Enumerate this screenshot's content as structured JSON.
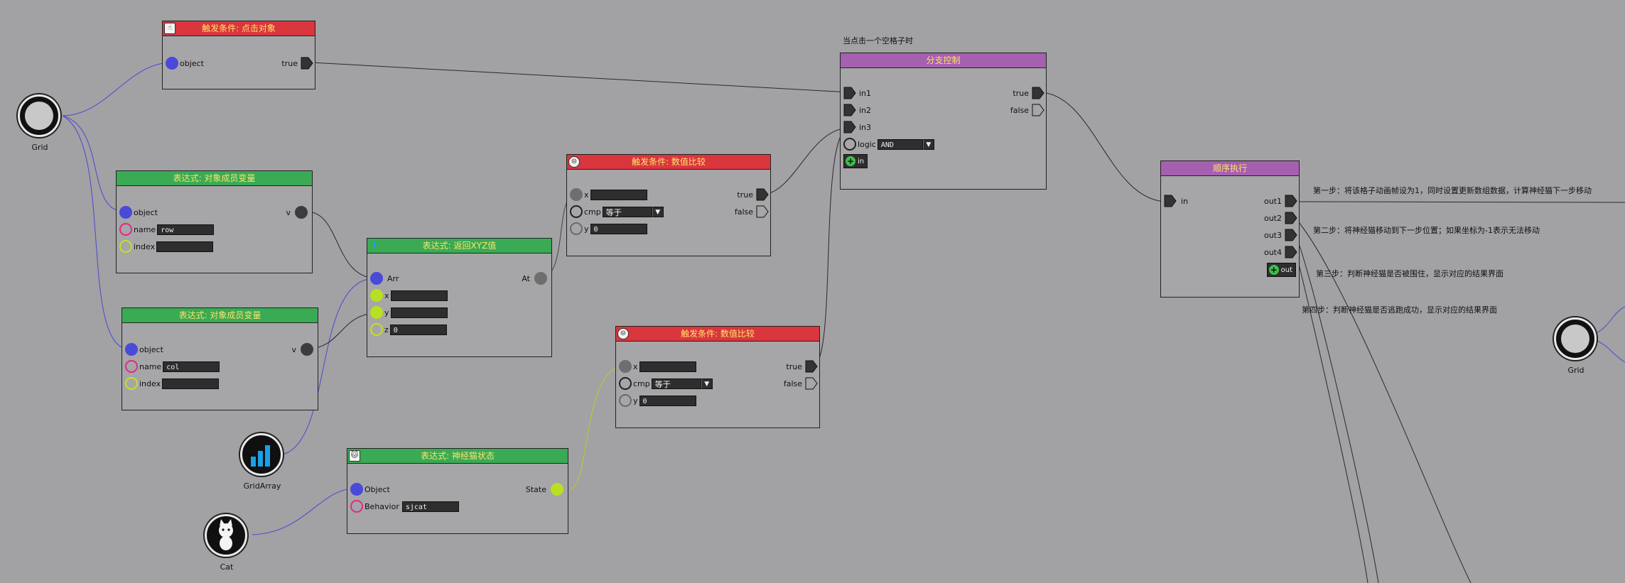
{
  "nodes": {
    "click_trigger": {
      "title": "触发条件: 点击对象",
      "in_label": "object",
      "out_label": "true"
    },
    "member_row": {
      "title": "表达式: 对象成员变量",
      "object_label": "object",
      "name_label": "name",
      "name_value": "row",
      "index_label": "index",
      "index_value": "",
      "out_label": "v"
    },
    "member_col": {
      "title": "表达式: 对象成员变量",
      "object_label": "object",
      "name_label": "name",
      "name_value": "col",
      "index_label": "index",
      "index_value": "",
      "out_label": "v"
    },
    "xyz": {
      "title": "表达式: 返回XYZ值",
      "arr_label": "Arr",
      "x_label": "x",
      "y_label": "y",
      "z_label": "z",
      "z_value": "0",
      "out_label": "At"
    },
    "compare1": {
      "title": "触发条件: 数值比较",
      "x_label": "x",
      "cmp_label": "cmp",
      "cmp_value": "等于",
      "y_label": "y",
      "y_value": "0",
      "true_label": "true",
      "false_label": "false"
    },
    "compare2": {
      "title": "触发条件: 数值比较",
      "x_label": "x",
      "cmp_label": "cmp",
      "cmp_value": "等于",
      "y_label": "y",
      "y_value": "0",
      "true_label": "true",
      "false_label": "false"
    },
    "cat_state": {
      "title": "表达式: 神经猫状态",
      "object_label": "Object",
      "behavior_label": "Behavior",
      "behavior_value": "sjcat",
      "out_label": "State"
    },
    "branch": {
      "title": "分支控制",
      "in1": "in1",
      "in2": "in2",
      "in3": "in3",
      "logic_label": "logic",
      "logic_value": "AND",
      "add_in": "in",
      "true_label": "true",
      "false_label": "false"
    },
    "sequence": {
      "title": "顺序执行",
      "in_label": "in",
      "out1": "out1",
      "out2": "out2",
      "out3": "out3",
      "out4": "out4",
      "add_out": "out"
    }
  },
  "variables": {
    "grid_left": "Grid",
    "grid_array": "GridArray",
    "cat": "Cat",
    "grid_right": "Grid"
  },
  "comments": {
    "branch_note": "当点击一个空格子时",
    "step1": "第一步：将该格子动画帧设为1，同时设置更新数组数据，计算神经猫下一步移动",
    "step2": "第二步：将神经猫移动到下一步位置；如果坐标为-1表示无法移动",
    "step3": "第三步：判断神经猫是否被围住，显示对应的结果界面",
    "step4": "第四步：判断神经猫是否逃跑成功，显示对应的结果界面"
  },
  "colors": {
    "canvas": "#a2a1a4",
    "header_red": "#d9363e",
    "header_green": "#3aaa55",
    "header_purple": "#a660b0",
    "title_text": "#ffe36a",
    "object_pin": "#4a4ad8",
    "string_pin": "#e02a8a",
    "number_pin": "#c6e020"
  }
}
